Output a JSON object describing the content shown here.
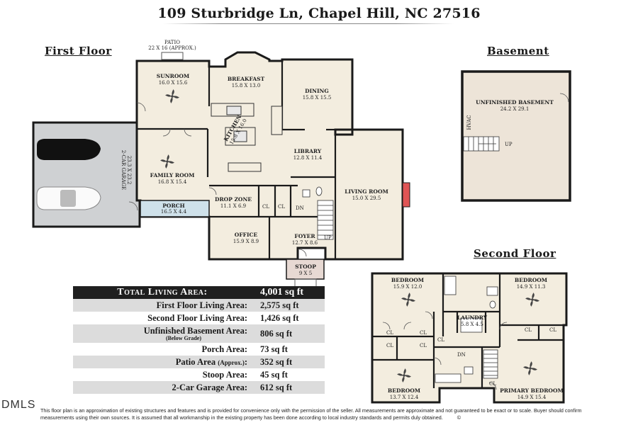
{
  "title": "109 Sturbridge Ln, Chapel Hill, NC 27516",
  "sections": {
    "first": "First Floor",
    "basement": "Basement",
    "second": "Second Floor"
  },
  "first_floor": {
    "patio": {
      "name": "PATIO",
      "dims": "22 X 16 (APPROX.)"
    },
    "sunroom": {
      "name": "SUNROOM",
      "dims": "16.0 X 15.6"
    },
    "breakfast": {
      "name": "BREAKFAST",
      "dims": "15.8 X 13.0"
    },
    "kitchen": {
      "name": "KITCHEN",
      "dims": "15.8 X 16.0"
    },
    "dining": {
      "name": "DINING",
      "dims": "15.8 X 15.5"
    },
    "library": {
      "name": "LIBRARY",
      "dims": "12.8 X 11.4"
    },
    "garage": {
      "name": "2-CAR GARAGE",
      "dims": "23.3 X 23.2"
    },
    "family": {
      "name": "FAMILY ROOM",
      "dims": "16.8 X 15.4"
    },
    "living": {
      "name": "LIVING ROOM",
      "dims": "15.0 X 29.5"
    },
    "drop": {
      "name": "DROP ZONE",
      "dims": "11.1 X 6.9"
    },
    "porch": {
      "name": "PORCH",
      "dims": "16.5 X 4.4"
    },
    "office": {
      "name": "OFFICE",
      "dims": "15.9 X 8.9"
    },
    "foyer": {
      "name": "FOYER",
      "dims": "12.7 X 8.6"
    },
    "stoop": {
      "name": "STOOP",
      "dims": "9 X 5"
    },
    "cl": "CL",
    "dn": "DN",
    "up": "UP"
  },
  "basement": {
    "name": "UNFINISHED BASEMENT",
    "dims": "24.2 X 29.1",
    "hvac": "HVAC",
    "up": "UP"
  },
  "second_floor": {
    "bed1": {
      "name": "BEDROOM",
      "dims": "15.9 X 12.0"
    },
    "bed2": {
      "name": "BEDROOM",
      "dims": "14.9 X 11.3"
    },
    "laundry": {
      "name": "LAUNDRY",
      "dims": "5.8 X 4.5"
    },
    "bed3": {
      "name": "BEDROOM",
      "dims": "13.7 X 12.4"
    },
    "primary": {
      "name": "PRIMARY BEDROOM",
      "dims": "14.9 X 15.4"
    },
    "cl": "CL",
    "dn": "DN"
  },
  "area_table": [
    {
      "label": "Total Living Area:",
      "value": "4,001 sq ft"
    },
    {
      "label": "First Floor Living Area:",
      "value": "2,575 sq ft"
    },
    {
      "label": "Second Floor Living Area:",
      "value": "1,426 sq ft"
    },
    {
      "label": "Unfinished Basement Area:",
      "sub": "(Below Grade)",
      "value": "806 sq ft"
    },
    {
      "label": "Porch Area:",
      "value": "73 sq ft"
    },
    {
      "label": "Patio Area",
      "sub_inline": "(Approx.)",
      "label_tail": ":",
      "value": "352 sq ft"
    },
    {
      "label": "Stoop Area:",
      "value": "45 sq ft"
    },
    {
      "label": "2-Car Garage Area:",
      "value": "612 sq ft"
    }
  ],
  "disclaimer": "This floor plan is an approximation of existing structures and features and is provided for convenience only with the permission of the seller. All measurements are approximate and not guaranteed to be exact or to scale. Buyer should confirm measurements using their own sources. It is assumed that all workmanship in the existing property has been done according to local industry standards and permits duly obtained.",
  "copyright": "©",
  "mls": "DMLS",
  "colors": {
    "wall": "#1a1a1a",
    "floor": "#f3eddf",
    "garage": "#cfd1d3",
    "porch": "#cfe1ea",
    "stoop": "#e7d9d3",
    "basement": "#ede4d8",
    "fireplace": "#e05555",
    "header": "#1f1f1f"
  }
}
